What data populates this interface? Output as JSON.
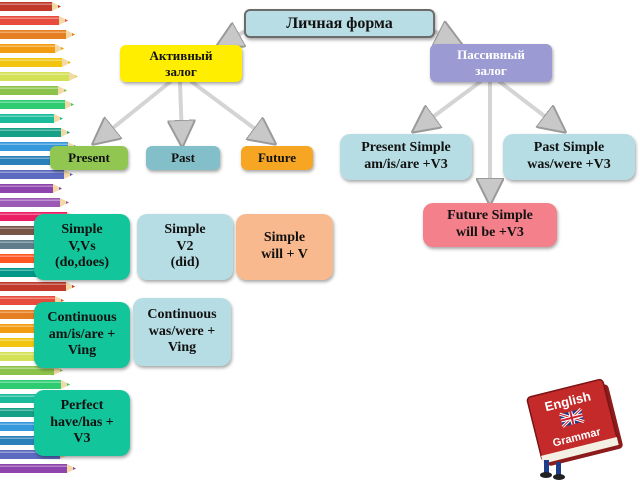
{
  "diagram": {
    "root": "Личная форма",
    "active_voice": "Активный\nзалог",
    "passive_voice": "Пассивный\nзалог",
    "tenses": {
      "present": "Present",
      "past": "Past",
      "future": "Future"
    },
    "active_forms": {
      "present_simple": "Simple\nV,Vs\n(do,does)",
      "past_simple": "Simple\nV2\n(did)",
      "future_simple": "Simple\nwill + V",
      "present_continuous": "Continuous\nam/is/are +\nVing",
      "past_continuous": "Continuous\nwas/were +\nVing",
      "present_perfect": "Perfect\nhave/has +\nV3"
    },
    "passive_forms": {
      "present_simple": "Present Simple\nam/is/are +V3",
      "past_simple": "Past Simple\nwas/were +V3",
      "future_simple": "Future Simple\nwill be +V3"
    },
    "book": {
      "line1": "English",
      "line2": "Grammar"
    }
  },
  "colors": {
    "root_bg": "#b9dde4",
    "active_bg": "#ffee00",
    "passive_bg": "#9b9ad3",
    "present_bg": "#91c751",
    "past_bg": "#83bfc8",
    "future_bg": "#f6a623",
    "arrow": "#d0d0d0",
    "book_red": "#c42a2a"
  }
}
